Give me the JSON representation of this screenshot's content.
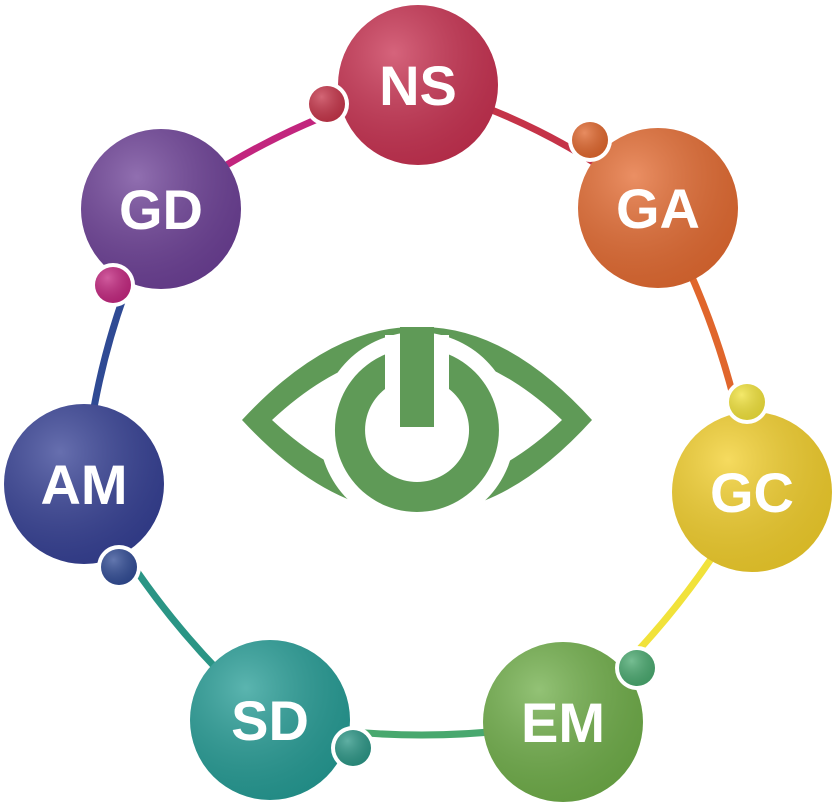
{
  "nodes": [
    {
      "id": "ns",
      "label": "NS",
      "color": "#c83050"
    },
    {
      "id": "ga",
      "label": "GA",
      "color": "#e46a30"
    },
    {
      "id": "gc",
      "label": "GC",
      "color": "#f3cf2a"
    },
    {
      "id": "em",
      "label": "EM",
      "color": "#6fae48"
    },
    {
      "id": "sd",
      "label": "SD",
      "color": "#249c95"
    },
    {
      "id": "am",
      "label": "AM",
      "color": "#343f94"
    },
    {
      "id": "gd",
      "label": "GD",
      "color": "#6c3f96"
    }
  ],
  "connectors": [
    {
      "id": "ns-ga",
      "color": "#c53348"
    },
    {
      "id": "ga-gc",
      "color": "#e0662c"
    },
    {
      "id": "gc-em",
      "color": "#f1e23a"
    },
    {
      "id": "em-sd",
      "color": "#48a86e"
    },
    {
      "id": "sd-am",
      "color": "#2a9585"
    },
    {
      "id": "am-gd",
      "color": "#2f4a94"
    },
    {
      "id": "gd-ns",
      "color": "#c2257e"
    }
  ],
  "center_icon": {
    "name": "eye-power-icon",
    "color": "#5f9a57"
  }
}
